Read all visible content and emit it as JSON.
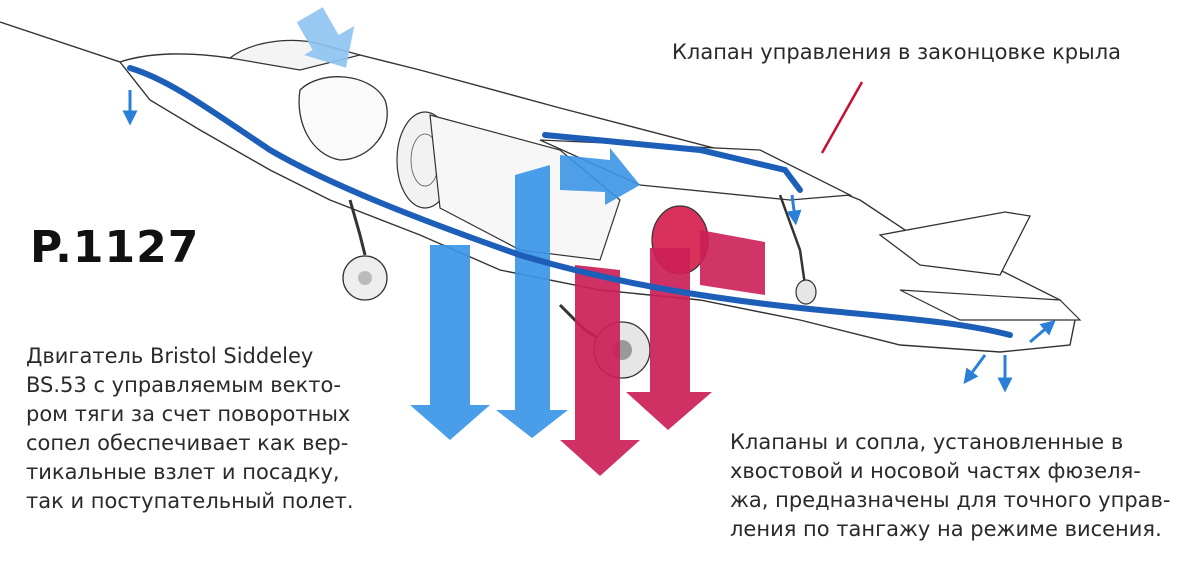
{
  "title": "P.1127",
  "labels": {
    "wingtip_valve": "Клапан управления в законцовке крыла",
    "engine_lines": [
      "Двигатель Bristol Siddeley",
      "BS.53 с управляемым векто-",
      "ром тяги за счет поворотных",
      "сопел обеспечивает как вер-",
      "тикальные взлет и посадку,",
      "так и поступательный полет."
    ],
    "tail_nose_lines": [
      "Клапаны и сопла, установленные в",
      "хвостовой и носовой частях фюзеля-",
      "жа, предназначены для точного управ-",
      "ления по тангажу на режиме висения."
    ]
  },
  "colors": {
    "cold_thrust": "#3b95e6",
    "hot_thrust": "#cc1f57",
    "bleed_duct": "#1d5fb8",
    "leader_line": "#c8102e",
    "outline": "#333333"
  }
}
